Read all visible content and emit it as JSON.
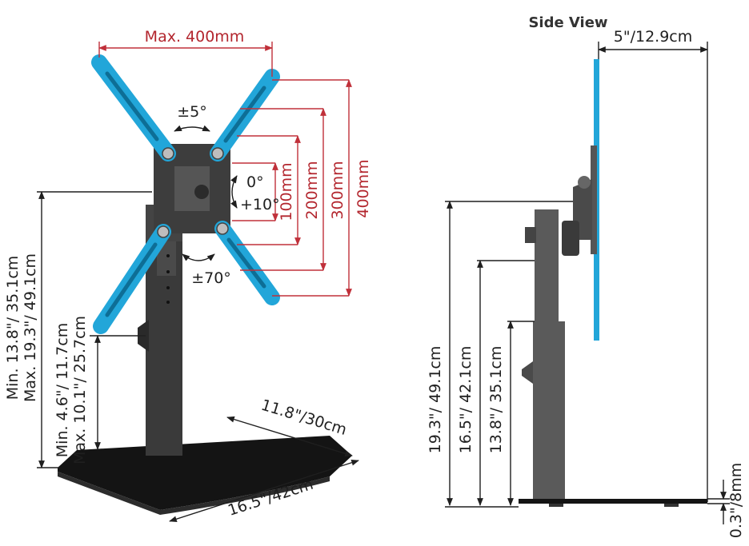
{
  "colors": {
    "arm": "#22a6d9",
    "arm_dark": "#0d6e96",
    "metal": "#3a3a3a",
    "metal_light": "#5a5a5a",
    "glass": "#141414",
    "dim_red": "#c0303a",
    "dim_dark": "#1f1f1f"
  },
  "front": {
    "max_width": "Max. 400mm",
    "swivel": "±5°",
    "tilt_top": "0°",
    "tilt_bottom": "+10°",
    "rotate": "±70°",
    "vesa": [
      "100mm",
      "200mm",
      "300mm",
      "400mm"
    ],
    "height_outer_1": "Min. 13.8\"/ 35.1cm",
    "height_outer_2": "Max. 19.3\"/ 49.1cm",
    "height_inner_1": "Min. 4.6\"/ 11.7cm",
    "height_inner_2": "Max. 10.1\"/ 25.7cm",
    "base_depth": "11.8\"/30cm",
    "base_width": "16.5\"/42cm"
  },
  "side": {
    "title": "Side View",
    "depth": "5\"/12.9cm",
    "heights": [
      "19.3\"/ 49.1cm",
      "16.5\"/ 42.1cm",
      "13.8\"/ 35.1cm"
    ],
    "base_thickness": "0.3\"/8mm"
  }
}
